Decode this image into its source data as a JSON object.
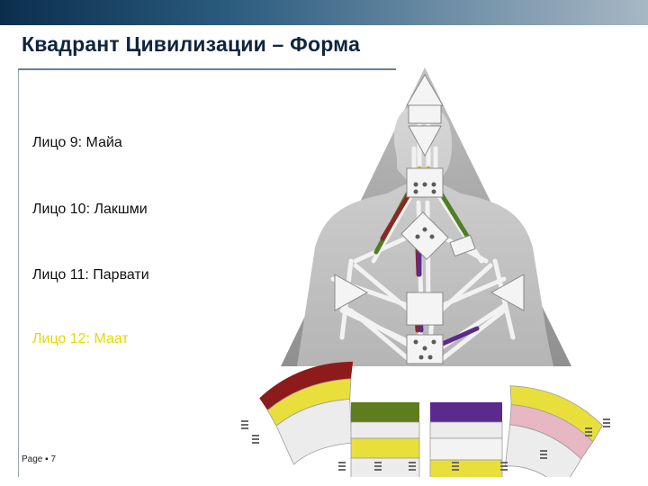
{
  "slide": {
    "title": "Квадрант Цивилизации – Форма",
    "faces": [
      {
        "label": "Лицо 9: Майа"
      },
      {
        "label": "Лицо 10: Лакшми"
      },
      {
        "label": "Лицо 11: Парвати"
      },
      {
        "label": "Лицо 12: Маат"
      }
    ],
    "footer": "Page ▪ 7"
  },
  "colors": {
    "header_bar": "#0c2e4d",
    "title_text": "#0f2540",
    "face12_highlight": "#e6d800",
    "pyramid": "#a9a9a9",
    "wheel_red": "#8e1b1b",
    "wheel_green": "#5e7d1f",
    "wheel_purple": "#5b2a8c",
    "wheel_yellow": "#e9df3c"
  },
  "icons": [
    "human-design-bodygraph",
    "hexagram-icon"
  ]
}
